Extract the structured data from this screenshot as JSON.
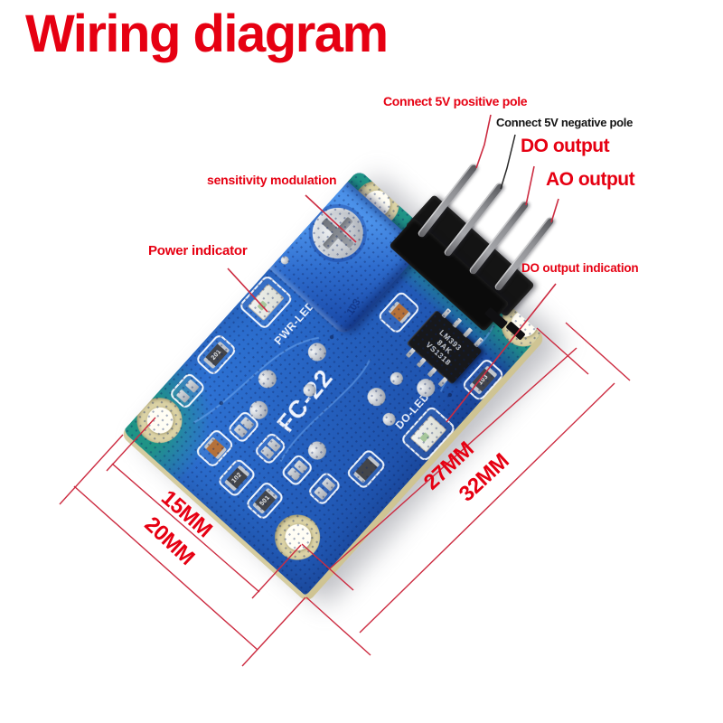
{
  "title": "Wiring diagram",
  "callouts": {
    "positive": "Connect 5V positive pole",
    "negative": "Connect 5V negative pole",
    "do_output": "DO output",
    "ao_output": "AO output",
    "sensitivity": "sensitivity modulation",
    "power_indicator": "Power indicator",
    "do_indication": "DO output indication"
  },
  "dimensions": {
    "d15": "15MM",
    "d20": "20MM",
    "d27": "27MM",
    "d32": "32MM"
  },
  "board": {
    "silkscreen": {
      "power_led": "PWR-LED",
      "model": "FC-22",
      "do_led": "DO-LED"
    },
    "chip": {
      "line1": "LM393",
      "line2": "8AK",
      "line3": "VS1318"
    },
    "resistors": {
      "r1": "201",
      "r2": "102",
      "r3": "501",
      "r4": "103"
    },
    "pot_marking": "103"
  },
  "colors": {
    "accent_red": "#e60012",
    "line_red": "#cc2b40",
    "board_blue": "#2560be",
    "pot_blue": "#3c7fe0",
    "teal": "#1f9486",
    "beige": "#d5cc9f",
    "silkscreen_white": "#f0f4fd",
    "chip_black": "#17181b"
  }
}
